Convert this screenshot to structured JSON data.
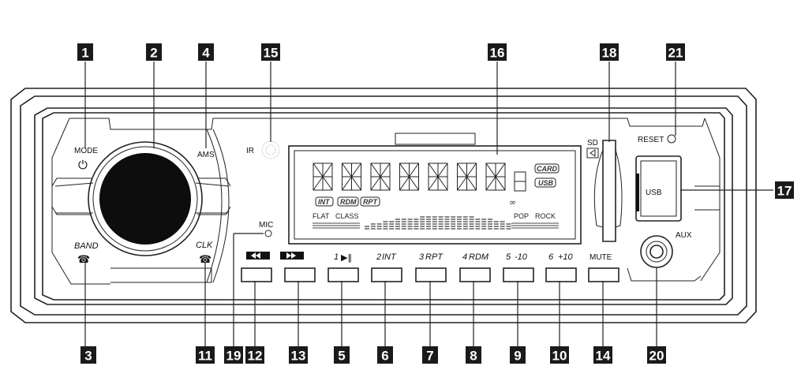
{
  "callouts": [
    "1",
    "2",
    "3",
    "4",
    "5",
    "6",
    "7",
    "8",
    "9",
    "10",
    "11",
    "12",
    "13",
    "14",
    "15",
    "16",
    "17",
    "18",
    "19",
    "20",
    "21"
  ],
  "panel_labels": {
    "mode": "MODE",
    "ams": "AMS",
    "ir": "IR",
    "band": "BAND",
    "clk": "CLK",
    "mic": "MIC",
    "sd": "SD",
    "reset": "RESET",
    "usb": "USB",
    "aux": "AUX"
  },
  "buttons": {
    "b1": "1",
    "b2": "2",
    "b2_sub": "INT",
    "b3": "3",
    "b3_sub": "RPT",
    "b4": "4",
    "b4_sub": "RDM",
    "b5": "5",
    "b5_sub": "-10",
    "b6": "6",
    "b6_sub": "+10",
    "mute": "MUTE"
  },
  "lcd": {
    "card": "CARD",
    "usb": "USB",
    "int": "INT",
    "rdm": "RDM",
    "rpt": "RPT",
    "flat": "FLAT",
    "class": "CLASS",
    "pop": "POP",
    "rock": "ROCK"
  },
  "colors": {
    "ink": "#222222",
    "tag": "#1a1a1a",
    "knob": "#0d0d0d"
  }
}
